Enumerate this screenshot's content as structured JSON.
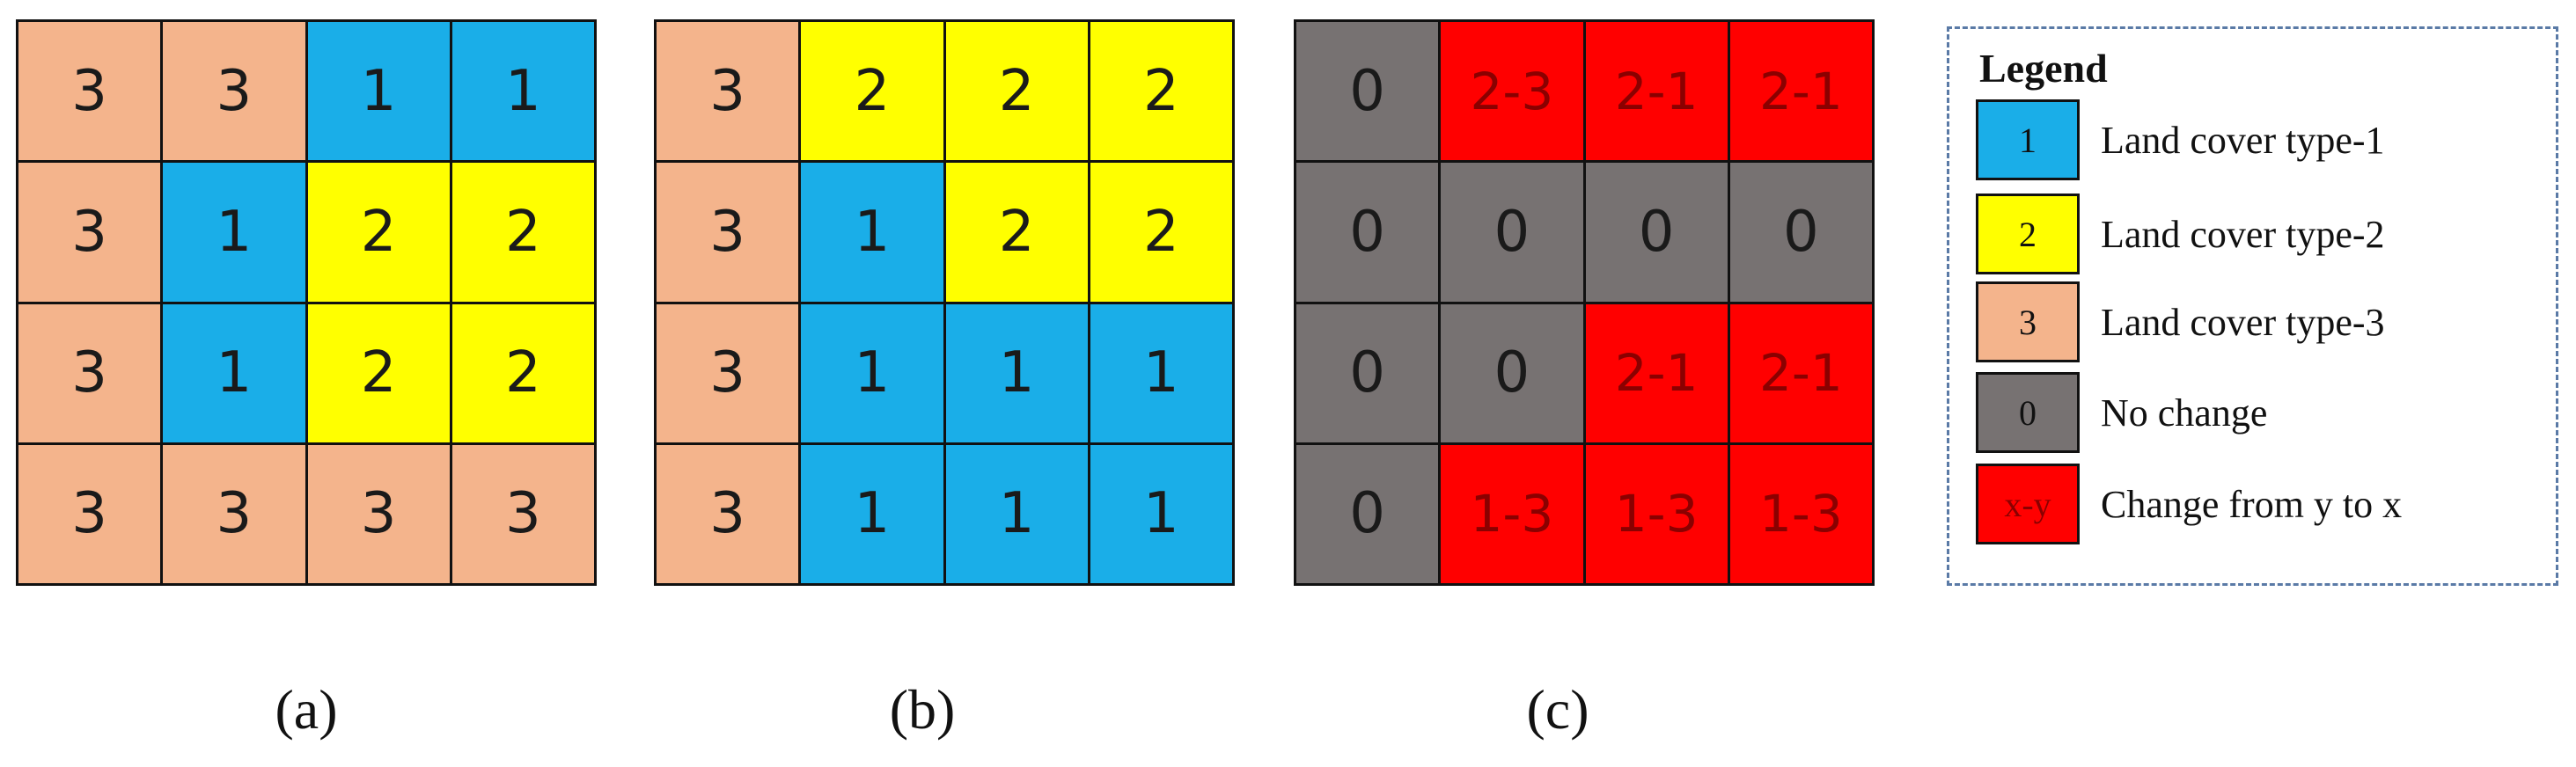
{
  "colors": {
    "1": "#1aaee8",
    "2": "#ffff00",
    "3": "#f4b48c",
    "0": "#777272",
    "change": "#ff0000"
  },
  "panels": [
    {
      "caption": "(a)",
      "cells": [
        [
          "3",
          "3",
          "1",
          "1"
        ],
        [
          "3",
          "1",
          "2",
          "2"
        ],
        [
          "3",
          "1",
          "2",
          "2"
        ],
        [
          "3",
          "3",
          "3",
          "3"
        ]
      ]
    },
    {
      "caption": "(b)",
      "cells": [
        [
          "3",
          "2",
          "2",
          "2"
        ],
        [
          "3",
          "1",
          "2",
          "2"
        ],
        [
          "3",
          "1",
          "1",
          "1"
        ],
        [
          "3",
          "1",
          "1",
          "1"
        ]
      ]
    },
    {
      "caption": "(c)",
      "cells": [
        [
          "0",
          "2-3",
          "2-1",
          "2-1"
        ],
        [
          "0",
          "0",
          "0",
          "0"
        ],
        [
          "0",
          "0",
          "2-1",
          "2-1"
        ],
        [
          "0",
          "1-3",
          "1-3",
          "1-3"
        ]
      ]
    }
  ],
  "legend": {
    "title": "Legend",
    "items": [
      {
        "swatch": "1",
        "label": "Land cover type-1",
        "color": "#1aaee8"
      },
      {
        "swatch": "2",
        "label": "Land cover type-2",
        "color": "#ffff00"
      },
      {
        "swatch": "3",
        "label": "Land cover type-3",
        "color": "#f4b48c"
      },
      {
        "swatch": "0",
        "label": "No change",
        "color": "#777272"
      },
      {
        "swatch": "x-y",
        "label": "Change from y to x",
        "color": "#ff0000"
      }
    ]
  }
}
